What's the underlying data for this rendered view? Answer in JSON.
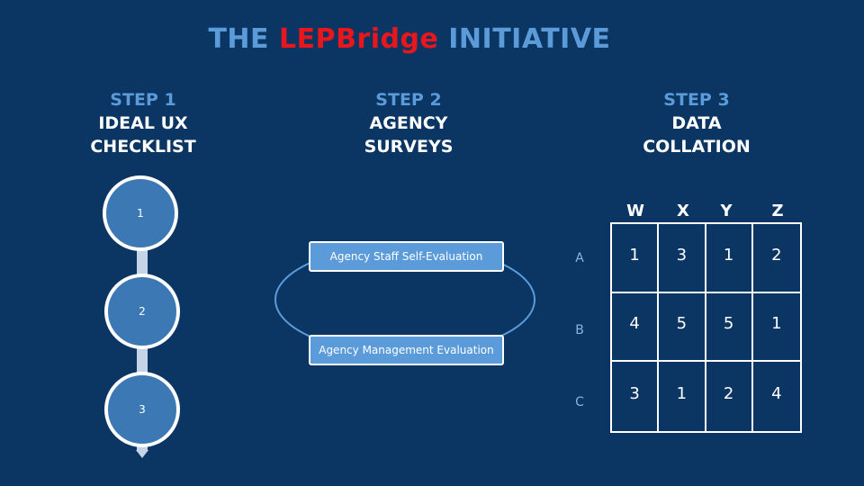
{
  "title": {
    "part1": "THE ",
    "part2": "LEPBridge",
    "part3": " INITIATIVE"
  },
  "steps": [
    {
      "number": "STEP 1",
      "line1": "IDEAL UX",
      "line2": "CHECKLIST"
    },
    {
      "number": "STEP 2",
      "line1": "AGENCY",
      "line2": "SURVEYS"
    },
    {
      "number": "STEP 3",
      "line1": "DATA",
      "line2": "COLLATION"
    }
  ],
  "checklist_nodes": [
    "1",
    "2",
    "3"
  ],
  "surveys": [
    "Agency Staff Self-Evaluation",
    "Agency Management Evaluation"
  ],
  "grid": {
    "columns": [
      "W",
      "X",
      "Y",
      "Z"
    ],
    "rows": [
      "A",
      "B",
      "C"
    ],
    "values": [
      [
        "1",
        "3",
        "1",
        "2"
      ],
      [
        "4",
        "5",
        "5",
        "1"
      ],
      [
        "3",
        "1",
        "2",
        "4"
      ]
    ]
  },
  "colors": {
    "background": "#0b3562",
    "accent_blue": "#5b9bd9",
    "accent_red": "#e8161d",
    "node_fill": "#3c79b4"
  }
}
